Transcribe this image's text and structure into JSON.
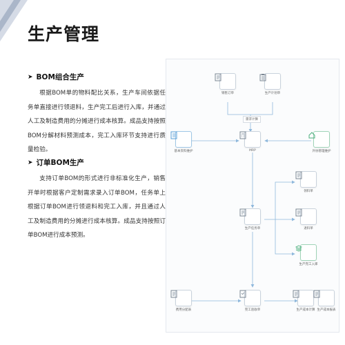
{
  "title": "生产管理",
  "sections": [
    {
      "heading": "BOM组合生产",
      "body": "根据BOM单的物料配比关系，生产车间依据任务单直接进行领退料，生产完工后进行入库，并通过人工及制造费用的分摊进行成本核算。成品支持按照BOM分解材料预测成本，完工入库环节支持进行质量检验。"
    },
    {
      "heading": "订单BOM生产",
      "body": "支持订单BOM的形式进行非标准化生产，销售开单时根据客户定制需求录入订单BOM，任务单上根据订单BOM进行领退料和完工入库，并且通过人工及制造费用的分摊进行成本核算。成品支持按照订单BOM进行成本预测。"
    }
  ],
  "diagram": {
    "nodes": {
      "sales_order": "销售订单",
      "production_plan": "生产计划单",
      "demand_calc": "需求计算",
      "basic_settings": "基本资料维护",
      "mrp": "MRP",
      "outsource": "外协管理维护",
      "task": "生产任务单",
      "pick": "领料单",
      "return": "退料单",
      "inbound": "生产完工入库",
      "cost": "费用分配表",
      "complete": "完工验收单",
      "cost_calc": "生产成本计算",
      "cost_report": "生产成本报表"
    },
    "colors": {
      "blue": "#5aa0d8",
      "green": "#4caf7d",
      "gray": "#7b8794",
      "line": "#8fb8dc"
    }
  }
}
